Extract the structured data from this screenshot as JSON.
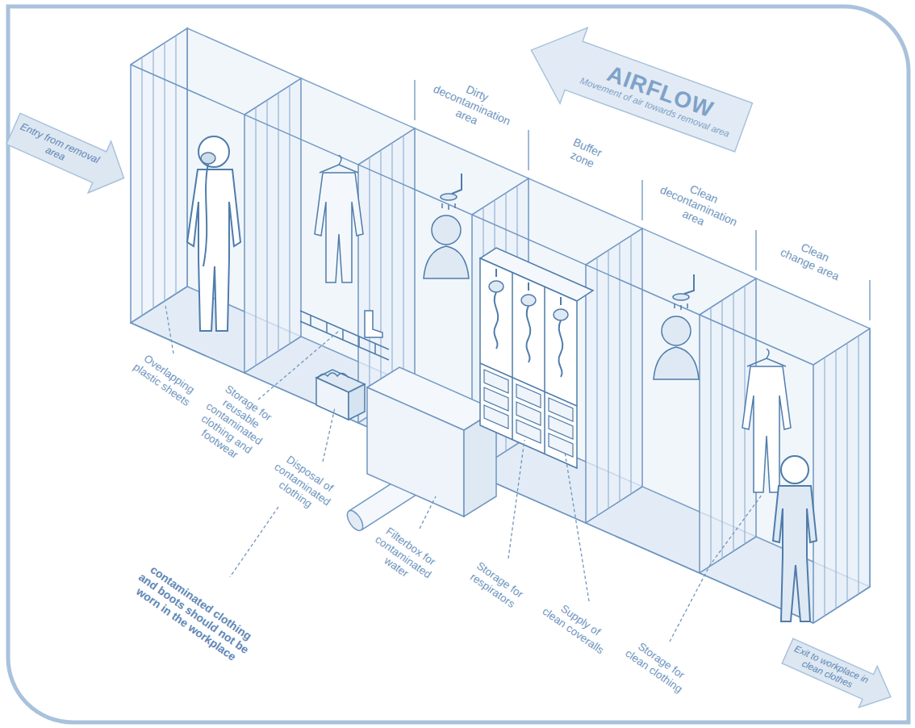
{
  "diagram": {
    "nodes": [
      {
        "text": [
          "AIRFLOW",
          "Movement of air towards removal area"
        ]
      },
      {
        "text": [
          "Entry from removal area"
        ]
      },
      {
        "text": [
          "Exit to workplace in clean clothes"
        ]
      }
    ],
    "labels": [
      "Dirty decontamination area",
      "Buffer zone",
      "Clean decontamination area",
      "Clean change area",
      "Overlapping plastic sheets",
      "Storage for reusable contaminated clothing and footwear",
      "Disposal of contaminated clothing",
      "contaminated clothing and boots should not be worn in the workplace",
      "Filterbox for contaminated water",
      "Storage for respirators",
      "Supply of clean coveralls",
      "Storage for clean clothing"
    ]
  }
}
